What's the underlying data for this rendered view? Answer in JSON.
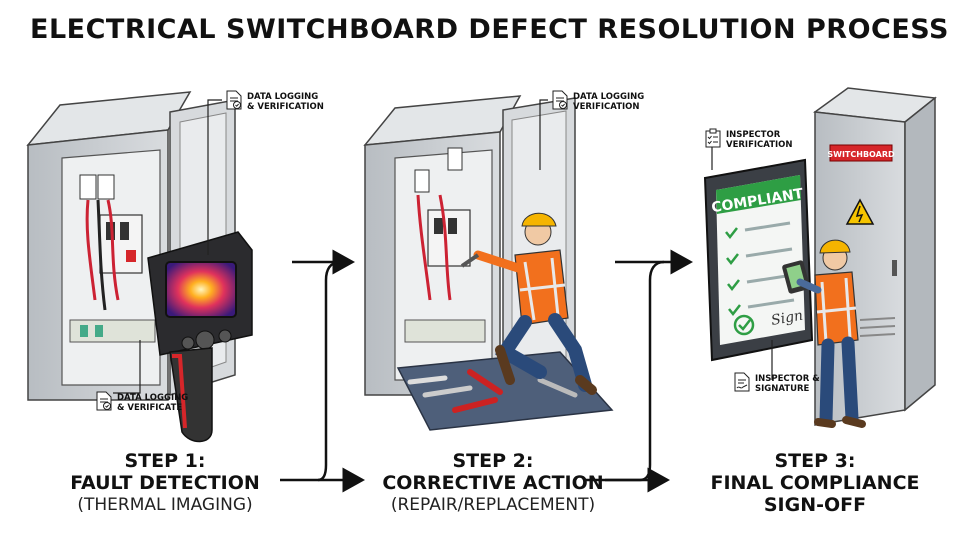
{
  "title": "ELECTRICAL SWITCHBOARD DEFECT RESOLUTION PROCESS",
  "steps": [
    {
      "number": "STEP 1:",
      "name": "FAULT DETECTION",
      "subtitle": "(THERMAL IMAGING)"
    },
    {
      "number": "STEP 2:",
      "name": "CORRECTIVE ACTION",
      "subtitle": "(REPAIR/REPLACEMENT)"
    },
    {
      "number": "STEP 3:",
      "name_line1": "FINAL COMPLIANCE",
      "name_line2": "SIGN-OFF"
    }
  ],
  "callouts": {
    "step1_top": [
      "DATA LOGGING",
      "& VERIFICATION"
    ],
    "step1_bottom": [
      "DATA LOGGING",
      "& VERIFICATE"
    ],
    "step2_top": [
      "DATA LOGGING",
      "VERIFICATION"
    ],
    "step3_top": [
      "INSPECTOR",
      "VERIFICATION"
    ],
    "step3_bottom": [
      "INSPECTOR &",
      "SIGNATURE"
    ]
  },
  "labels": {
    "tablet_header": "COMPLIANT",
    "cabinet_sign": "SWITCHBOARD",
    "signature": "Sign"
  },
  "icons": [
    "document-check-icon",
    "clipboard-check-icon",
    "warning-triangle-icon",
    "arrow-right-icon"
  ],
  "colors": {
    "cabinet": "#c9cdd1",
    "safety_vest": "#f2701d",
    "hard_hat": "#f5b400",
    "compliant_green": "#2e9e44",
    "warning_red": "#d6262a",
    "thermal_hot": "#ff7a18"
  }
}
